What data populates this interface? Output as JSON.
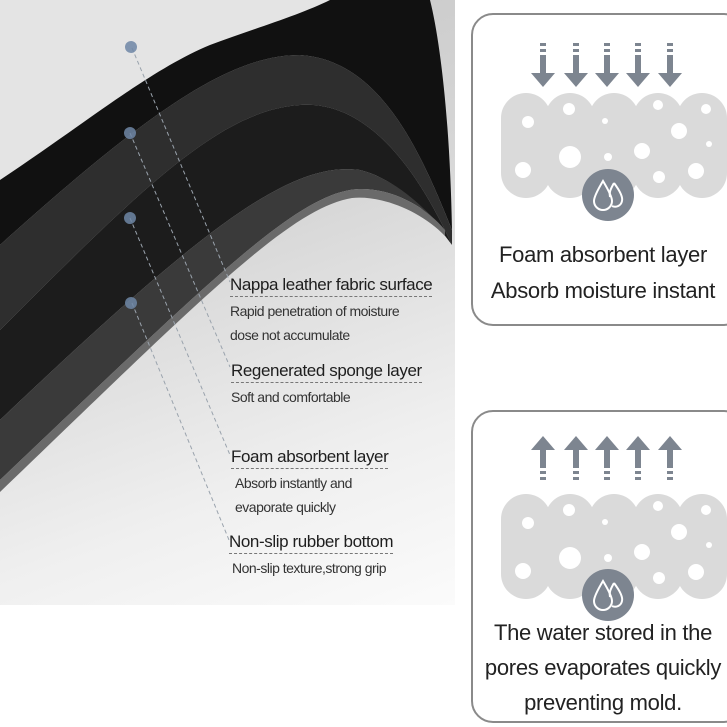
{
  "layers": [
    {
      "title": "Nappa leather fabric surface",
      "desc": [
        "Rapid penetration of moisture",
        "dose not accumulate"
      ]
    },
    {
      "title": "Regenerated sponge layer",
      "desc": [
        "Soft and comfortable"
      ]
    },
    {
      "title": "Foam absorbent layer",
      "desc": [
        "Absorb instantly and",
        "evaporate quickly"
      ]
    },
    {
      "title": "Non-slip rubber bottom",
      "desc": [
        "Non-slip texture,strong grip"
      ]
    }
  ],
  "cards": [
    {
      "arrow_direction": "down",
      "icon": "water-drops-icon",
      "lines": [
        "Foam absorbent layer",
        "Absorb moisture instant"
      ]
    },
    {
      "arrow_direction": "up",
      "icon": "water-drops-icon",
      "lines": [
        "The water stored in the",
        "pores evaporates quickly",
        "preventing mold."
      ]
    }
  ],
  "colors": {
    "icon_gray": "#7d8590",
    "foam_gray": "#dadada",
    "marker_blue": "#6f87a6"
  }
}
